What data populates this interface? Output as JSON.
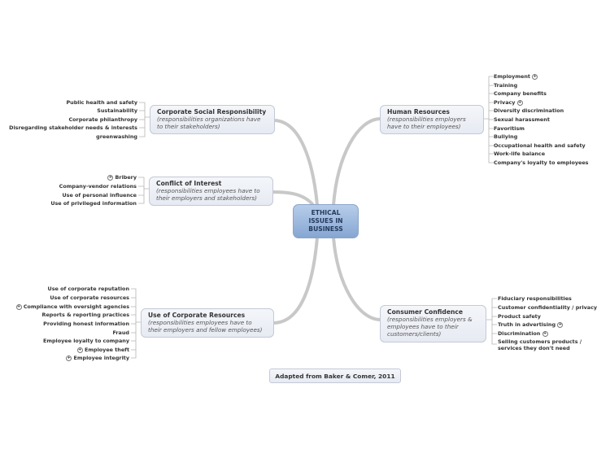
{
  "central_topic": "ETHICAL\nISSUES IN\nBUSINESS",
  "caption": "Adapted from Baker & Comer, 2011",
  "branches": {
    "csr": {
      "title": "Corporate Social Responsibility",
      "description": "(responsibilities organizations have to their stakeholders)",
      "items": [
        {
          "label": "Public health and safety"
        },
        {
          "label": "Sustainability"
        },
        {
          "label": "Corporate philanthropy"
        },
        {
          "label": "Disregarding stakeholder needs & interests"
        },
        {
          "label": "greenwashing"
        }
      ]
    },
    "coi": {
      "title": "Conflict of Interest",
      "description": "(responsibilities employees have to their employers and stakeholders)",
      "items": [
        {
          "label": "Bribery",
          "expandable": true
        },
        {
          "label": "Company-vendor relations"
        },
        {
          "label": "Use of personal influence"
        },
        {
          "label": "Use of privileged information"
        }
      ]
    },
    "ucr": {
      "title": "Use of Corporate Resources",
      "description": "(responsibilities employees have to their employers and fellow employees)",
      "items": [
        {
          "label": "Use of corporate reputation"
        },
        {
          "label": "Use of corporate resources"
        },
        {
          "label": "Compliance with oversight agencies",
          "expandable": true
        },
        {
          "label": "Reports & reporting practices"
        },
        {
          "label": "Providing honest information"
        },
        {
          "label": "Fraud"
        },
        {
          "label": "Employee loyalty to company"
        },
        {
          "label": "Employee theft",
          "expandable": true
        },
        {
          "label": "Employee integrity",
          "expandable": true
        }
      ]
    },
    "hr": {
      "title": "Human Resources",
      "description": "(responsibilities employers have to their employees)",
      "items": [
        {
          "label": "Employment",
          "expandable": true
        },
        {
          "label": "Training"
        },
        {
          "label": "Company benefits"
        },
        {
          "label": "Privacy",
          "expandable": true
        },
        {
          "label": "Diversity discrimination"
        },
        {
          "label": "Sexual harassment"
        },
        {
          "label": "Favoritism"
        },
        {
          "label": "Bullying"
        },
        {
          "label": "Occupational health and safety"
        },
        {
          "label": "Work-life balance"
        },
        {
          "label": "Company's loyalty to employees"
        }
      ]
    },
    "cc": {
      "title": "Consumer Confidence",
      "description": "(responsibilities employers & employees have to their customers/clients)",
      "items": [
        {
          "label": "Fiduciary responsibilities"
        },
        {
          "label": "Customer confidentiality / privacy"
        },
        {
          "label": "Product safety"
        },
        {
          "label": "Truth in advertising",
          "expandable": true
        },
        {
          "label": "Discrimination",
          "expandable": true
        },
        {
          "label": "Selling customers products / services they don't need"
        }
      ]
    }
  },
  "colors": {
    "central_fill": "#9bb8df",
    "branch_line": "#c8c8c8",
    "topic_border": "#c3c9d6",
    "text": "#333333"
  }
}
